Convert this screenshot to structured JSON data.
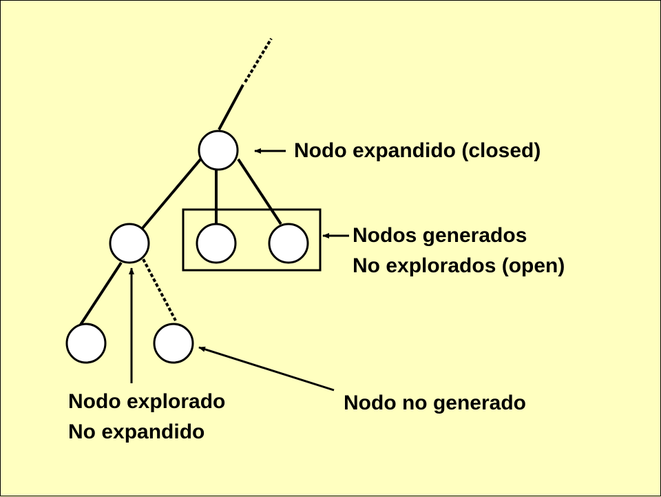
{
  "labels": {
    "expanded": "Nodo expandido (closed)",
    "generated_line1": "Nodos generados",
    "generated_line2": "No explorados (open)",
    "explored_line1": "Nodo explorado",
    "explored_line2": "No expandido",
    "not_generated": "Nodo no generado"
  },
  "colors": {
    "background": "#ffffc0",
    "node_fill": "#ffffff",
    "stroke": "#000000"
  }
}
